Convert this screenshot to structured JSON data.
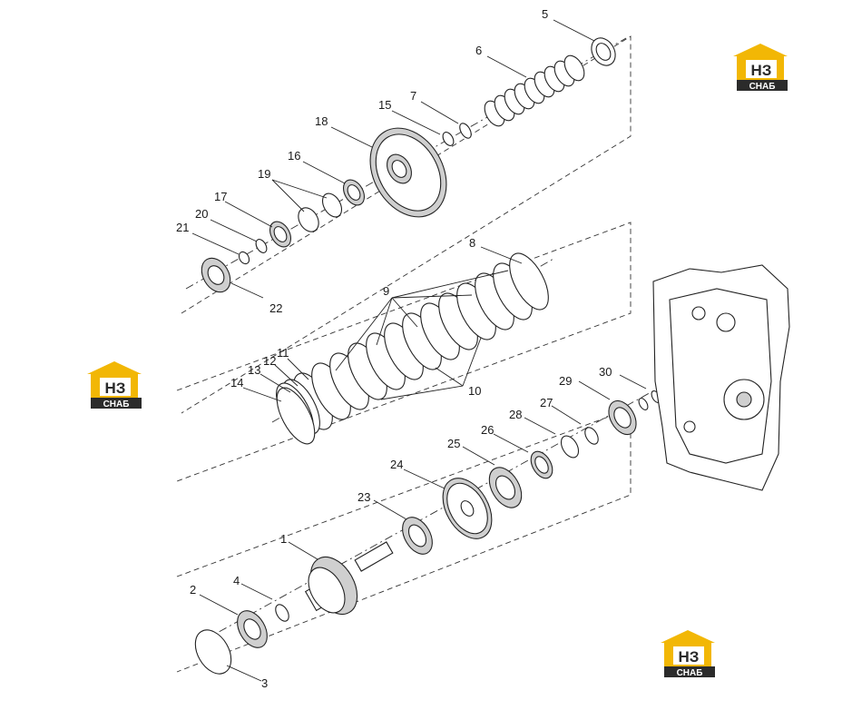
{
  "brand": {
    "logo_letters": "НЗ",
    "logo_caption": "СНАБ",
    "colors": {
      "roof": "#f2b705",
      "body": "#2b2b2b",
      "text_light": "#ffffff",
      "text_dark": "#2b2b2b"
    }
  },
  "callouts": {
    "c1": "1",
    "c2": "2",
    "c3": "3",
    "c4": "4",
    "c5": "5",
    "c6": "6",
    "c7": "7",
    "c8": "8",
    "c9": "9",
    "c10": "10",
    "c11": "11",
    "c12": "12",
    "c13": "13",
    "c14": "14",
    "c15": "15",
    "c16": "16",
    "c17": "17",
    "c18": "18",
    "c19": "19",
    "c20": "20",
    "c21": "21",
    "c22": "22",
    "c23": "23",
    "c24": "24",
    "c25": "25",
    "c26": "26",
    "c27": "27",
    "c28": "28",
    "c29": "29",
    "c30": "30"
  }
}
